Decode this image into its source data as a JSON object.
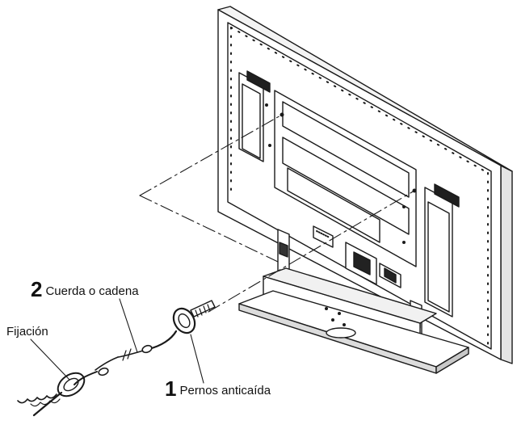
{
  "callouts": {
    "chain": {
      "number": "2",
      "text": "Cuerda o cadena"
    },
    "fixing": {
      "text": "Fijación"
    },
    "bolts": {
      "number": "1",
      "text": "Pernos anticaída"
    }
  },
  "colors": {
    "line": "#1a1a1a",
    "panel": "#ffffff",
    "shade": "#dcdcdc",
    "dark": "#222222"
  }
}
